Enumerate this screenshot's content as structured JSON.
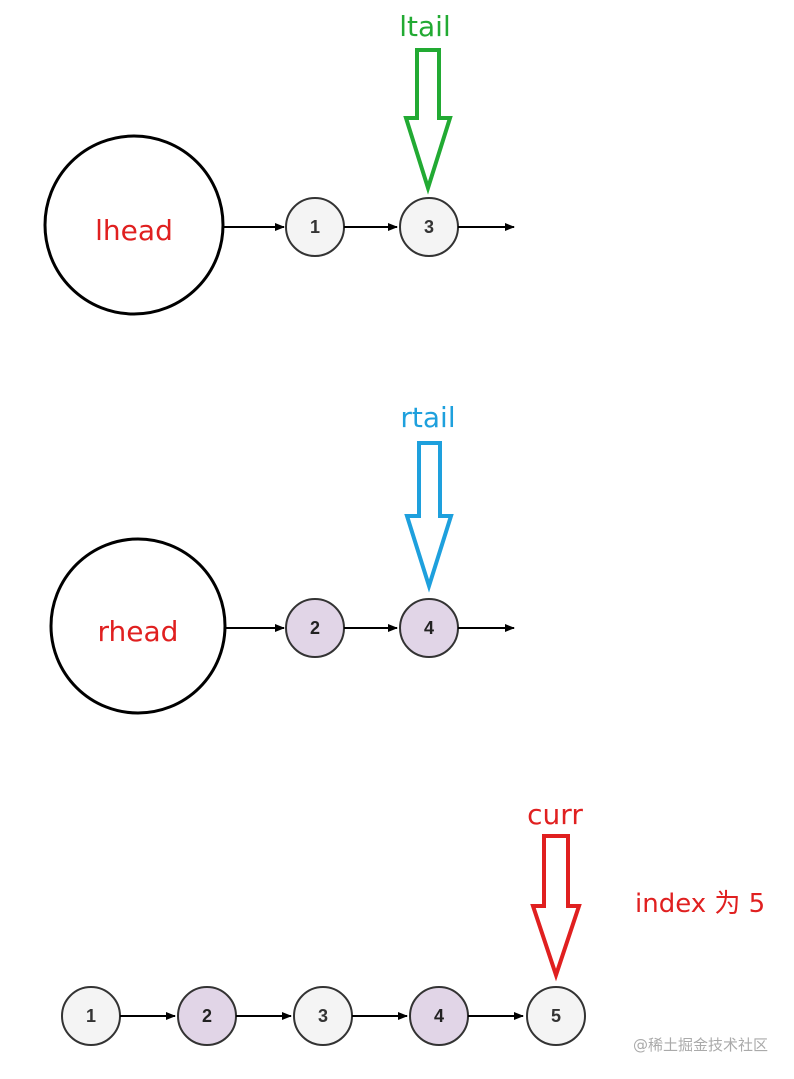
{
  "colors": {
    "node_plain": "#f4f4f4",
    "node_even": "#e1d5e7",
    "label_red": "#e02020",
    "arrow_green": "#22aa33",
    "arrow_blue": "#1ea0dd",
    "arrow_red": "#e02020",
    "watermark": "#aaaaaa"
  },
  "left_list": {
    "head_label": "lhead",
    "nodes": [
      "1",
      "3"
    ],
    "tail_label": "ltail"
  },
  "right_list": {
    "head_label": "rhead",
    "nodes": [
      "2",
      "4"
    ],
    "tail_label": "rtail"
  },
  "full_list": {
    "nodes": [
      "1",
      "2",
      "3",
      "4",
      "5"
    ],
    "pointer_label": "curr",
    "index_note": "index 为 5"
  },
  "watermark": "@稀土掘金技术社区"
}
